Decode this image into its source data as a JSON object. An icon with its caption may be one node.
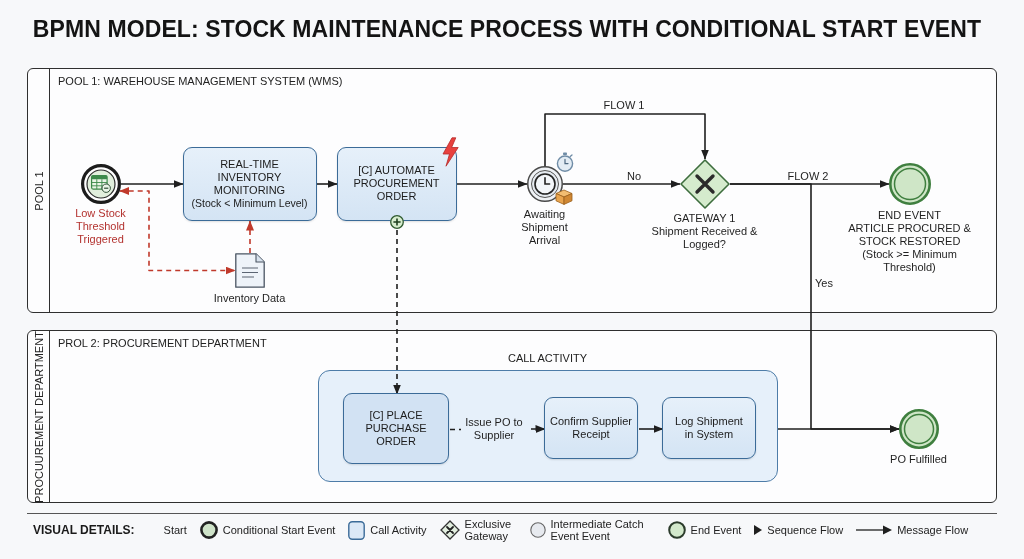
{
  "diagram": {
    "title": "BPMN MODEL: STOCK MAINTENANCE PROCESS WITH CONDITIONAL START EVENT",
    "nodes": [
      {
        "text": [
          "POOL 1: WAREHOUSE MANAGEMENT SYSTEM (WMS)",
          "POOL 1"
        ]
      },
      {
        "text": [],
        "shape": "circle",
        "in": 0,
        "beside": [
          "Low Stock Threshold Triggered"
        ]
      },
      {
        "text": [
          "REAL-TIME INVENTORY MONITORING",
          "(Stock < Minimum Level)"
        ],
        "in": 0
      },
      {
        "text": [
          "[C] AUTOMATE PROCUREMENT ORDER"
        ],
        "in": 0
      },
      {
        "text": [],
        "shape": "document",
        "in": 0,
        "beside": [
          "Inventory Data"
        ]
      },
      {
        "text": [],
        "shape": "circle",
        "in": 0,
        "beside": [
          "Awaiting Shipment Arrival"
        ]
      },
      {
        "text": [],
        "shape": "diamond",
        "in": 0,
        "beside": [
          "GATEWAY 1",
          "Shipment Received & Logged?"
        ]
      },
      {
        "text": [],
        "shape": "circle",
        "in": 0,
        "beside": [
          "END EVENT",
          "ARTICLE PROCURED & STOCK RESTORED",
          "(Stock >= Minimum Threshold)"
        ]
      },
      {
        "text": [
          "PROL 2: PROCUREMENT DEPARTMENT",
          "PROCUUREMENT DEPARTMENT"
        ]
      },
      {
        "text": [
          "CALL ACTIVITY"
        ],
        "in": 8
      },
      {
        "text": [
          "[C] PLACE PURCHASE ORDER"
        ],
        "in": 9
      },
      {
        "text": [
          "Confirm Supplier Receipt"
        ],
        "in": 9
      },
      {
        "text": [
          "Log Shipment in System"
        ],
        "in": 9
      },
      {
        "text": [],
        "shape": "circle",
        "in": 8,
        "beside": [
          "PO Fulfilled"
        ]
      }
    ],
    "edges": [
      {
        "from": 1,
        "to": 2,
        "arrow": "to"
      },
      {
        "from": 1,
        "to": 4,
        "arrow": "both",
        "style": "dashed",
        "color": "#c0392b"
      },
      {
        "from": 4,
        "to": 2,
        "arrow": "to",
        "style": "dashed",
        "color": "#c0392b"
      },
      {
        "from": 2,
        "to": 3,
        "arrow": "to"
      },
      {
        "from": 3,
        "to": 5,
        "arrow": "to"
      },
      {
        "from": 5,
        "to": 6,
        "arrow": "to",
        "label": "No"
      },
      {
        "from": 5,
        "to": 6,
        "arrow": "to",
        "label": "FLOW 1"
      },
      {
        "from": 6,
        "to": 7,
        "arrow": "to",
        "label": "FLOW 2"
      },
      {
        "from": 6,
        "to": 13,
        "arrow": "to",
        "label": "Yes"
      },
      {
        "from": 3,
        "to": 10,
        "arrow": "to",
        "style": "dashed"
      },
      {
        "from": 10,
        "to": 11,
        "arrow": "to",
        "style": "dashed",
        "label": "Issue PO to Supplier"
      },
      {
        "from": 11,
        "to": 12,
        "arrow": "to"
      },
      {
        "from": 9,
        "to": 13,
        "arrow": "to"
      }
    ],
    "labels": [
      "VISUAL DETAILS:",
      "Start"
    ],
    "legend": [
      {
        "text": "Conditional Start Event"
      },
      {
        "text": "Call Activity"
      },
      {
        "text": "Exclusive Gateway"
      },
      {
        "text": "Intermediate Catch Event Event"
      },
      {
        "text": "End Event"
      },
      {
        "text": "Sequence Flow"
      },
      {
        "text": "Message Flow"
      }
    ]
  }
}
